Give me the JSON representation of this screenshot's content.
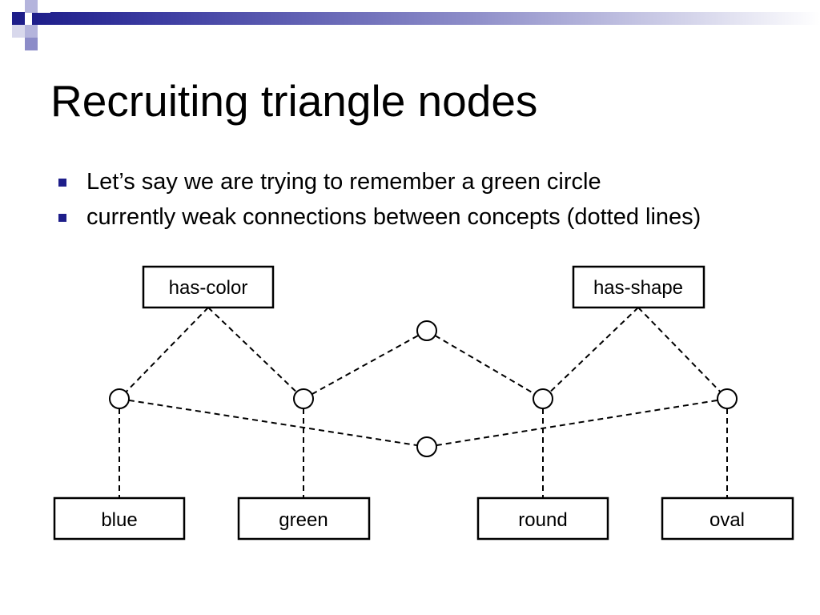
{
  "slide": {
    "title": "Recruiting triangle nodes",
    "bullets": [
      "Let’s say we are trying to remember a green circle",
      "currently weak connections between concepts (dotted lines)"
    ]
  },
  "diagram": {
    "relation_boxes": [
      "has-color",
      "has-shape"
    ],
    "concept_boxes": [
      "blue",
      "green",
      "round",
      "oval"
    ],
    "connection_style": "dashed",
    "triangle_node_count": 6
  },
  "colors": {
    "accent": "#1e1e8a",
    "background": "#ffffff",
    "ink": "#000000"
  }
}
